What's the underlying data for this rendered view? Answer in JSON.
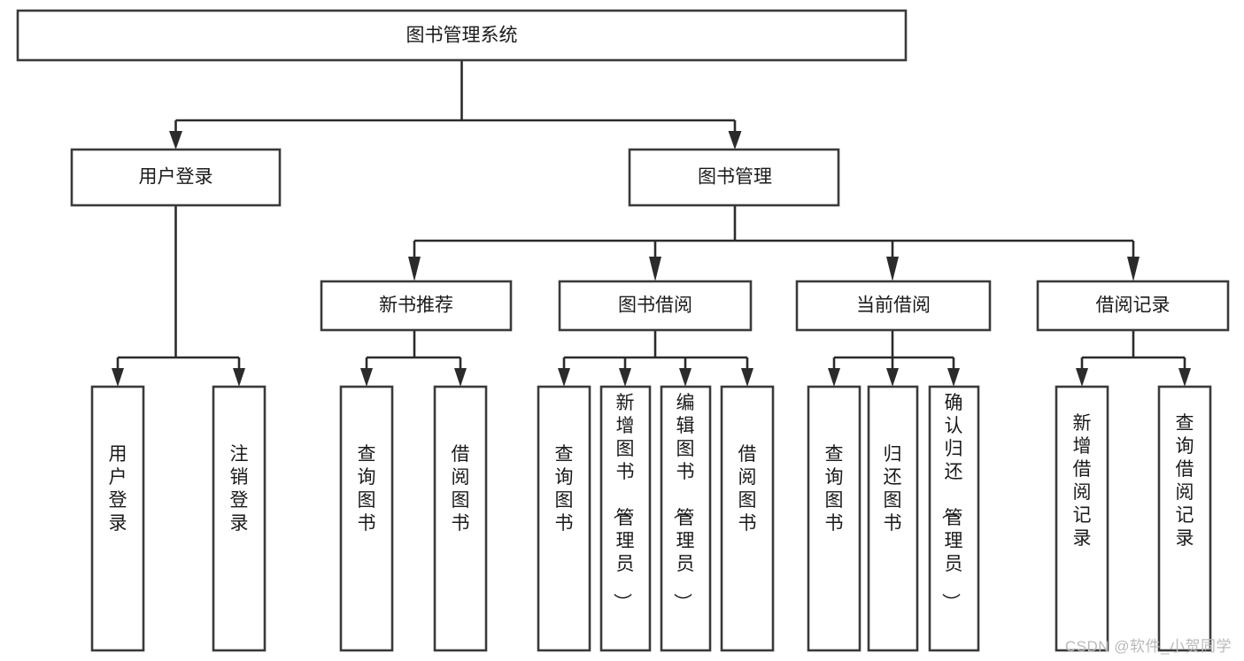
{
  "diagram": {
    "title_node": {
      "label": "图书管理系统"
    },
    "level2": [
      {
        "id": "user-login",
        "label": "用户登录"
      },
      {
        "id": "book-manage",
        "label": "图书管理"
      }
    ],
    "level3": [
      {
        "id": "new-book-rec",
        "label": "新书推荐"
      },
      {
        "id": "book-borrow",
        "label": "图书借阅"
      },
      {
        "id": "current-borrow",
        "label": "当前借阅"
      },
      {
        "id": "borrow-record",
        "label": "借阅记录"
      }
    ],
    "leaves": [
      {
        "id": "leaf-user-login",
        "label": "用户登录",
        "parent": "user-login"
      },
      {
        "id": "leaf-user-logout",
        "label": "注销登录",
        "parent": "user-login"
      },
      {
        "id": "leaf-query-book-1",
        "label": "查询图书",
        "parent": "new-book-rec"
      },
      {
        "id": "leaf-borrow-book-1",
        "label": "借阅图书",
        "parent": "new-book-rec"
      },
      {
        "id": "leaf-query-book-2",
        "label": "查询图书",
        "parent": "book-borrow"
      },
      {
        "id": "leaf-add-book",
        "label": "新增图书（管理员）",
        "parent": "book-borrow"
      },
      {
        "id": "leaf-edit-book",
        "label": "编辑图书（管理员）",
        "parent": "book-borrow"
      },
      {
        "id": "leaf-borrow-book-2",
        "label": "借阅图书",
        "parent": "book-borrow"
      },
      {
        "id": "leaf-query-book-3",
        "label": "查询图书",
        "parent": "current-borrow"
      },
      {
        "id": "leaf-return-book",
        "label": "归还图书",
        "parent": "current-borrow"
      },
      {
        "id": "leaf-confirm-return",
        "label": "确认归还（管理员）",
        "parent": "current-borrow"
      },
      {
        "id": "leaf-add-record",
        "label": "新增借阅记录",
        "parent": "borrow-record"
      },
      {
        "id": "leaf-query-record",
        "label": "查询借阅记录",
        "parent": "borrow-record"
      }
    ],
    "watermark": "CSDN @软件_小贺同学",
    "colors": {
      "stroke": "#3a3a3a",
      "connector": "#2b2b2b",
      "text": "#1a1a1a",
      "background": "#ffffff",
      "watermark": "#b9b9b9"
    }
  }
}
